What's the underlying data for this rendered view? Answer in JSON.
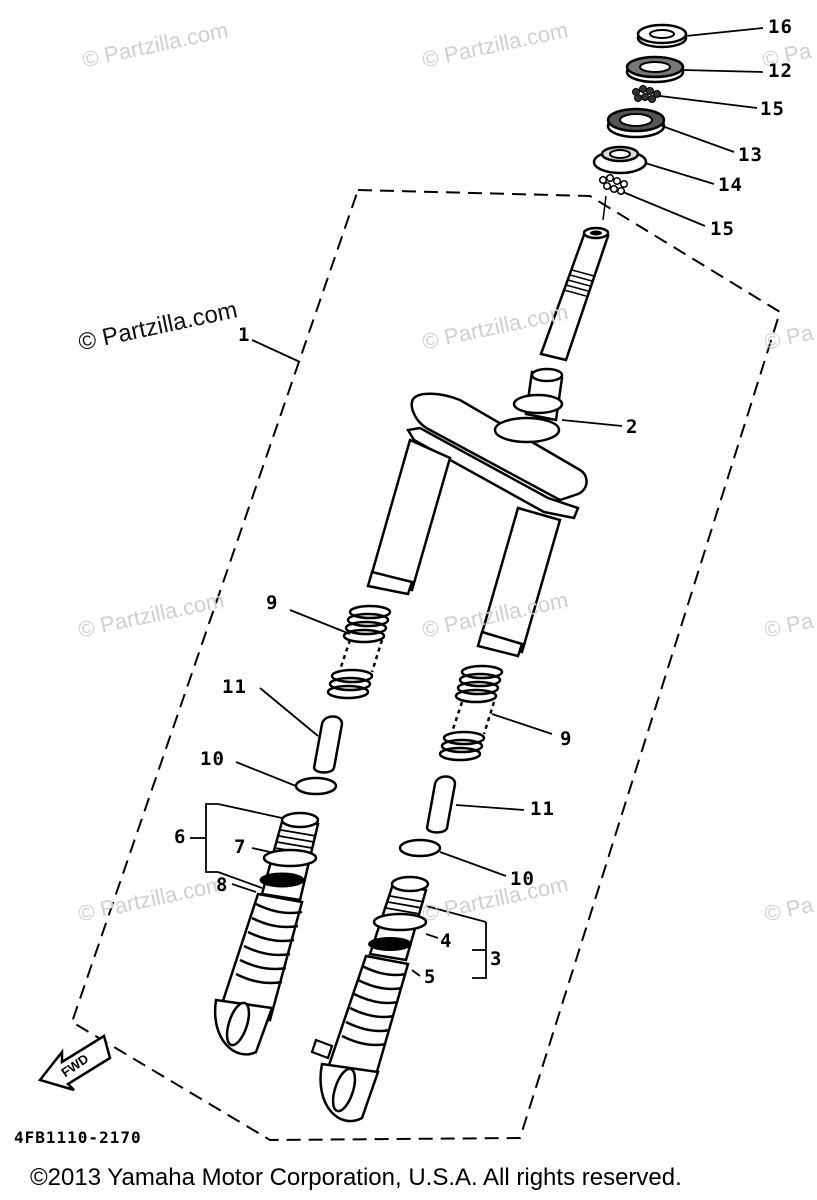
{
  "watermark": "© Partzilla.com",
  "watermark_partial": "© Pa",
  "diagram_code": "4FB1110-2170",
  "copyright": "©2013 Yamaha Motor Corporation, U.S.A. All rights reserved.",
  "fwd_label": "FWD",
  "callouts": {
    "c16": "16",
    "c12": "12",
    "c15a": "15",
    "c13": "13",
    "c14": "14",
    "c15b": "15",
    "c1": "1",
    "c2": "2",
    "c9a": "9",
    "c9b": "9",
    "c11a": "11",
    "c11b": "11",
    "c10a": "10",
    "c10b": "10",
    "c6": "6",
    "c7": "7",
    "c8": "8",
    "c4": "4",
    "c3": "3",
    "c5": "5"
  }
}
